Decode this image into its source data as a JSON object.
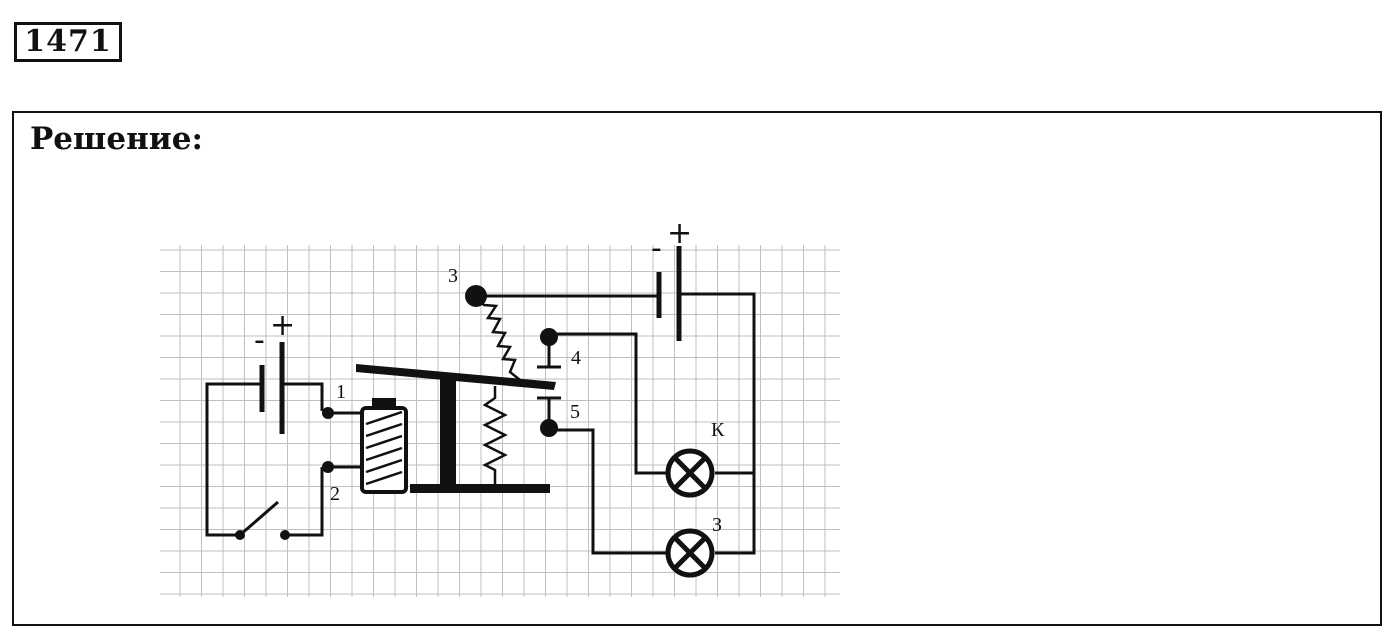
{
  "header": {
    "problem_number": "1471"
  },
  "solution": {
    "heading": "Решение:"
  },
  "diagram": {
    "terminals": {
      "t1": "1",
      "t2": "2",
      "t3": "3",
      "t4": "4",
      "t5": "5"
    },
    "lamps": {
      "red": "К",
      "green": "З"
    },
    "polarity": {
      "minus": "-",
      "plus": "+"
    },
    "grid_color": "#bfbfbf",
    "line_color": "#111111"
  }
}
